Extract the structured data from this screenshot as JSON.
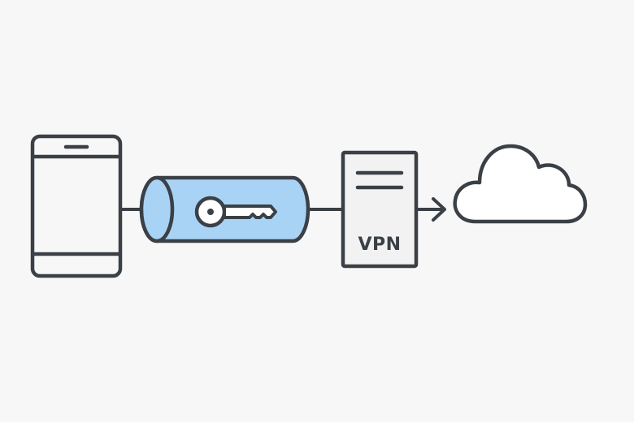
{
  "diagram": {
    "nodes": [
      {
        "id": "phone",
        "icon": "smartphone-icon"
      },
      {
        "id": "tunnel",
        "icon": "encrypted-tunnel-icon",
        "inner_icon": "key-icon"
      },
      {
        "id": "server",
        "icon": "server-document-icon",
        "label": "VPN"
      },
      {
        "id": "cloud",
        "icon": "cloud-icon"
      }
    ],
    "connections": [
      {
        "from": "phone",
        "to": "tunnel",
        "style": "line"
      },
      {
        "from": "tunnel",
        "to": "server",
        "style": "line"
      },
      {
        "from": "server",
        "to": "cloud",
        "style": "arrow"
      }
    ]
  },
  "colors": {
    "background": "#f7f7f7",
    "stroke": "#3a4046",
    "tunnel_fill": "#a9d3f5",
    "node_fill": "#ffffff",
    "server_fill": "#f2f2f2"
  }
}
